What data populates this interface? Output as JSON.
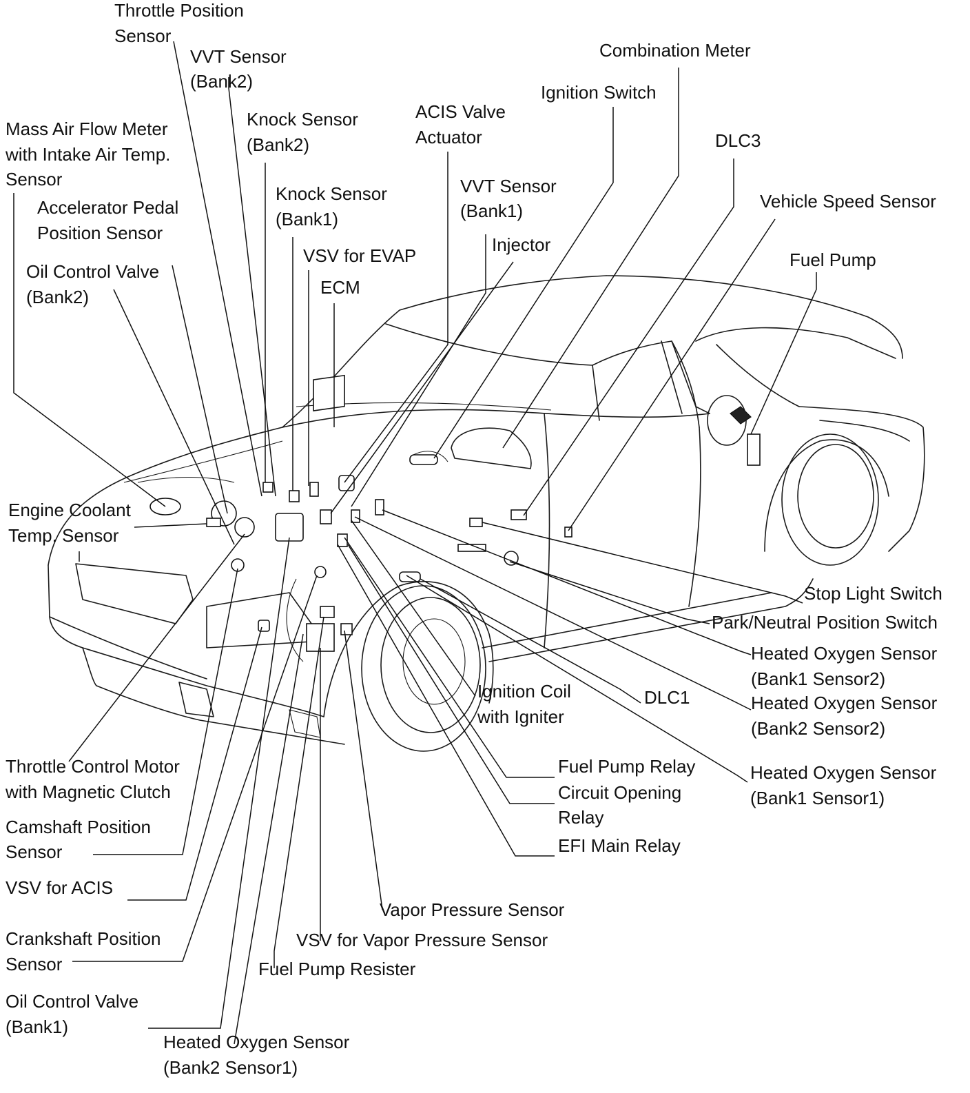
{
  "labels": {
    "throttle_position_sensor": [
      "Throttle Position",
      "Sensor"
    ],
    "vvt_sensor_bank2": [
      "VVT Sensor",
      "(Bank2)"
    ],
    "knock_sensor_bank2": [
      "Knock Sensor",
      "(Bank2)"
    ],
    "mass_air_flow_meter": [
      "Mass Air Flow Meter",
      "with Intake Air Temp.",
      "Sensor"
    ],
    "accelerator_pedal_position_sensor": [
      "Accelerator Pedal",
      "Position Sensor"
    ],
    "knock_sensor_bank1": [
      "Knock Sensor",
      "(Bank1)"
    ],
    "acis_valve_actuator": [
      "ACIS Valve",
      "Actuator"
    ],
    "ignition_switch": [
      "Ignition Switch"
    ],
    "combination_meter": [
      "Combination Meter"
    ],
    "dlc3": [
      "DLC3"
    ],
    "vvt_sensor_bank1": [
      "VVT Sensor",
      "(Bank1)"
    ],
    "vehicle_speed_sensor": [
      "Vehicle Speed Sensor"
    ],
    "injector": [
      "Injector"
    ],
    "fuel_pump": [
      "Fuel Pump"
    ],
    "vsv_for_evap": [
      "VSV for EVAP"
    ],
    "ecm": [
      "ECM"
    ],
    "oil_control_valve_bank2": [
      "Oil Control Valve",
      "(Bank2)"
    ],
    "engine_coolant_temp_sensor": [
      "Engine Coolant",
      "Temp. Sensor"
    ],
    "stop_light_switch": [
      "Stop Light Switch"
    ],
    "park_neutral_position_switch": [
      "Park/Neutral Position Switch"
    ],
    "heated_oxygen_sensor_b1s2": [
      "Heated Oxygen Sensor",
      "(Bank1 Sensor2)"
    ],
    "dlc1": [
      "DLC1"
    ],
    "heated_oxygen_sensor_b2s2": [
      "Heated Oxygen Sensor",
      "(Bank2 Sensor2)"
    ],
    "ignition_coil_with_igniter": [
      "Ignition Coil",
      "with Igniter"
    ],
    "fuel_pump_relay": [
      "Fuel Pump Relay"
    ],
    "heated_oxygen_sensor_b1s1": [
      "Heated Oxygen Sensor",
      "(Bank1 Sensor1)"
    ],
    "circuit_opening_relay": [
      "Circuit Opening",
      "Relay"
    ],
    "efi_main_relay": [
      "EFI Main Relay"
    ],
    "throttle_control_motor": [
      "Throttle Control Motor",
      "with Magnetic Clutch"
    ],
    "camshaft_position_sensor": [
      "Camshaft Position",
      "Sensor"
    ],
    "vsv_for_acis": [
      "VSV for ACIS"
    ],
    "vapor_pressure_sensor": [
      "Vapor Pressure Sensor"
    ],
    "vsv_for_vapor_pressure_sensor": [
      "VSV for Vapor Pressure Sensor"
    ],
    "crankshaft_position_sensor": [
      "Crankshaft Position",
      "Sensor"
    ],
    "fuel_pump_resister": [
      "Fuel Pump Resister"
    ],
    "oil_control_valve_bank1": [
      "Oil Control Valve",
      "(Bank1)"
    ],
    "heated_oxygen_sensor_b2s1": [
      "Heated Oxygen Sensor",
      "(Bank2 Sensor1)"
    ]
  }
}
